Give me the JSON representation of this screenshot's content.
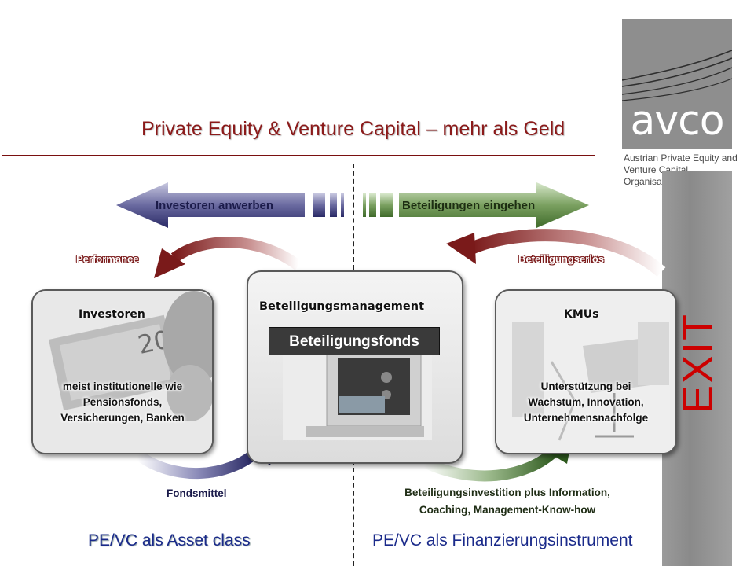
{
  "header": {
    "title": "Private Equity & Venture Capital – mehr als Geld"
  },
  "logo": {
    "word": "avco",
    "subtitle_line1": "Austrian Private Equity and",
    "subtitle_line2": "Venture Capital Organisation"
  },
  "arrows": {
    "left_label": "Investoren anwerben",
    "right_label": "Beteiligungen eingehen",
    "performance": "Performance",
    "beteiligungserloes": "Beteiligungserlös",
    "fondsmittel": "Fondsmittel",
    "investition_line1": "Beteiligungsinvestition plus Information,",
    "investition_line2": "Coaching, Management-Know-how"
  },
  "cards": {
    "investoren": {
      "title": "Investoren",
      "text_line1": "meist institutionelle wie",
      "text_line2": "Pensionsfonds,",
      "text_line3": "Versicherungen, Banken"
    },
    "management": {
      "title": "Beteiligungsmanagement",
      "badge": "Beteiligungsfonds"
    },
    "kmu": {
      "title": "KMUs",
      "text_line1": "Unterstützung bei",
      "text_line2": "Wachstum, Innovation,",
      "text_line3": "Unternehmensnachfolge"
    }
  },
  "exit": {
    "label": "EXIT"
  },
  "footer": {
    "left": "PE/VC als Asset class",
    "right": "PE/VC als Finanzierungsinstrument"
  },
  "colors": {
    "title_red": "#8b1a1a",
    "navy_arrow": "#24245e",
    "green_arrow": "#3f6a2a",
    "red_arrow": "#8a2a2a",
    "exit_red": "#cc0000",
    "logo_grey": "#8e8e8e"
  }
}
